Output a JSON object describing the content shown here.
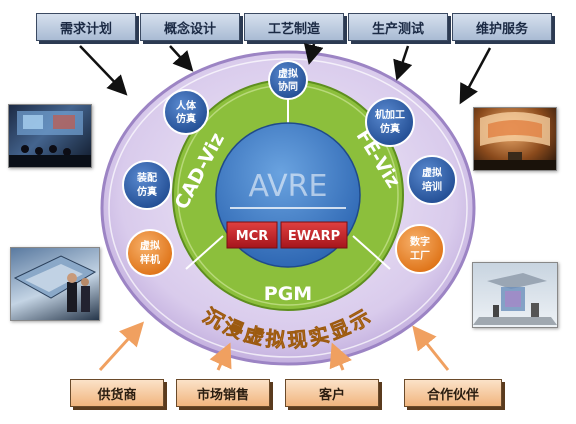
{
  "top_labels": [
    "需求计划",
    "概念设计",
    "工艺制造",
    "生产测试",
    "维护服务"
  ],
  "bottom_labels": [
    "供货商",
    "市场销售",
    "客户",
    "合作伙伴"
  ],
  "center": {
    "core": "AVRE",
    "modules": [
      "MCR",
      "EWARP"
    ],
    "ring_labels": [
      "CAD-Viz",
      "FE-Viz",
      "PGM"
    ],
    "outer_caption": "沉浸虚拟现实显示"
  },
  "nodes": [
    {
      "line1": "虚拟",
      "line2": "协同"
    },
    {
      "line1": "人体",
      "line2": "仿真"
    },
    {
      "line1": "机加工",
      "line2": "仿真"
    },
    {
      "line1": "装配",
      "line2": "仿真"
    },
    {
      "line1": "虚拟",
      "line2": "培训"
    },
    {
      "line1": "虚拟",
      "line2": "样机"
    },
    {
      "line1": "数字",
      "line2": "工厂"
    }
  ],
  "colors": {
    "outer_ellipse": "#c9b5e3",
    "green_ring": "#8cbf3c",
    "core": "#3f7fc8",
    "module": "#c8232b",
    "node_blue": "#2f5fa8",
    "node_orange": "#ee8a2a",
    "arrow_top": "#111111",
    "arrow_bottom": "#f0a060"
  }
}
